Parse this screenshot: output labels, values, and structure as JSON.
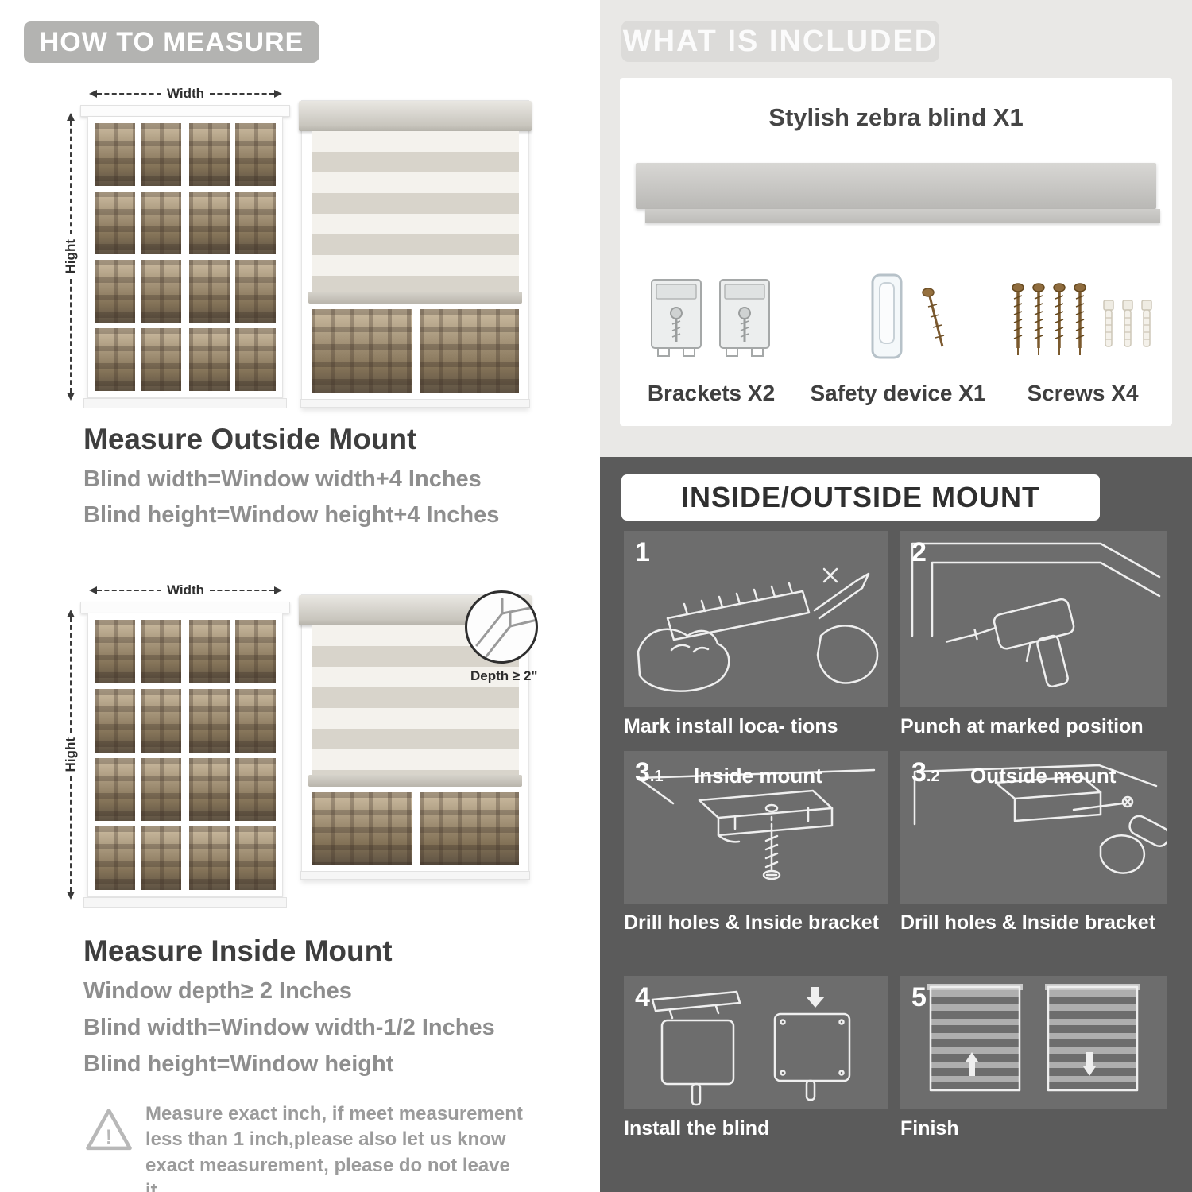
{
  "colors": {
    "header_pill": "#b3b3b1",
    "light_section_bg": "#e9e8e6",
    "dark_section_bg": "#5b5b5b",
    "panel_bg": "#6d6d6d",
    "muted_text": "#8e8e8e"
  },
  "left": {
    "header": "HOW TO MEASURE",
    "outside": {
      "width_label": "Width",
      "height_label": "Hight",
      "title": "Measure Outside Mount",
      "line1": "Blind width=Window width+4 Inches",
      "line2": "Blind height=Window height+4 Inches"
    },
    "inside": {
      "width_label": "Width",
      "height_label": "Hight",
      "depth_label": "Depth ≥ 2\"",
      "title": "Measure Inside Mount",
      "line1": "Window depth≥ 2 Inches",
      "line2": "Blind width=Window width-1/2 Inches",
      "line3": "Blind height=Window height"
    },
    "warning": {
      "icon": "warning-triangle-icon",
      "text": "Measure exact inch, if meet measurement less than 1 inch,please also let us know exact measurement, please do not leave it"
    }
  },
  "right": {
    "included": {
      "header": "WHAT IS INCLUDED",
      "blind_label": "Stylish zebra blind X1",
      "items": [
        {
          "icon": "brackets-icon",
          "label": "Brackets X2"
        },
        {
          "icon": "safety-device-icon",
          "label": "Safety device X1"
        },
        {
          "icon": "screws-icon",
          "label": "Screws X4"
        }
      ]
    },
    "mount": {
      "header": "INSIDE/OUTSIDE MOUNT",
      "steps": [
        {
          "num": "1",
          "sub": "",
          "caption": "Mark install loca- tions"
        },
        {
          "num": "2",
          "sub": "",
          "caption": "Punch at  marked position"
        },
        {
          "num": "3",
          "sub": ".1",
          "title": "Inside mount",
          "caption": "Drill holes &  Inside bracket"
        },
        {
          "num": "3",
          "sub": ".2",
          "title": "Outside mount",
          "caption": "Drill holes &  Inside bracket"
        },
        {
          "num": "4",
          "sub": "",
          "caption": "Install the blind"
        },
        {
          "num": "5",
          "sub": "",
          "caption": "Finish"
        }
      ]
    }
  }
}
